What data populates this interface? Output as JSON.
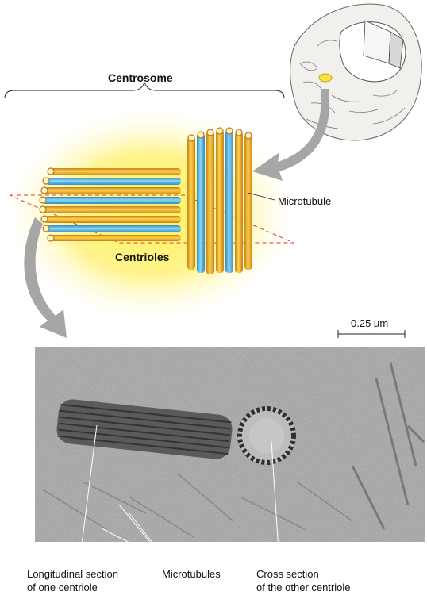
{
  "labels": {
    "centrosome": "Centrosome",
    "microtubule": "Microtubule",
    "centrioles": "Centrioles",
    "scale": "0.25 µm",
    "longitudinal_line1": "Longitudinal section",
    "longitudinal_line2": "of one centriole",
    "microtubules": "Microtubules",
    "cross_line1": "Cross section",
    "cross_line2": "of the other centriole"
  },
  "colors": {
    "glow": "#fff25a",
    "tube_gold": "#f2b32a",
    "tube_dark": "#c8801a",
    "tube_blue": "#4fb4e6",
    "dashed_plane": "#d8402f",
    "arrow_gray": "#a6a6a6"
  }
}
